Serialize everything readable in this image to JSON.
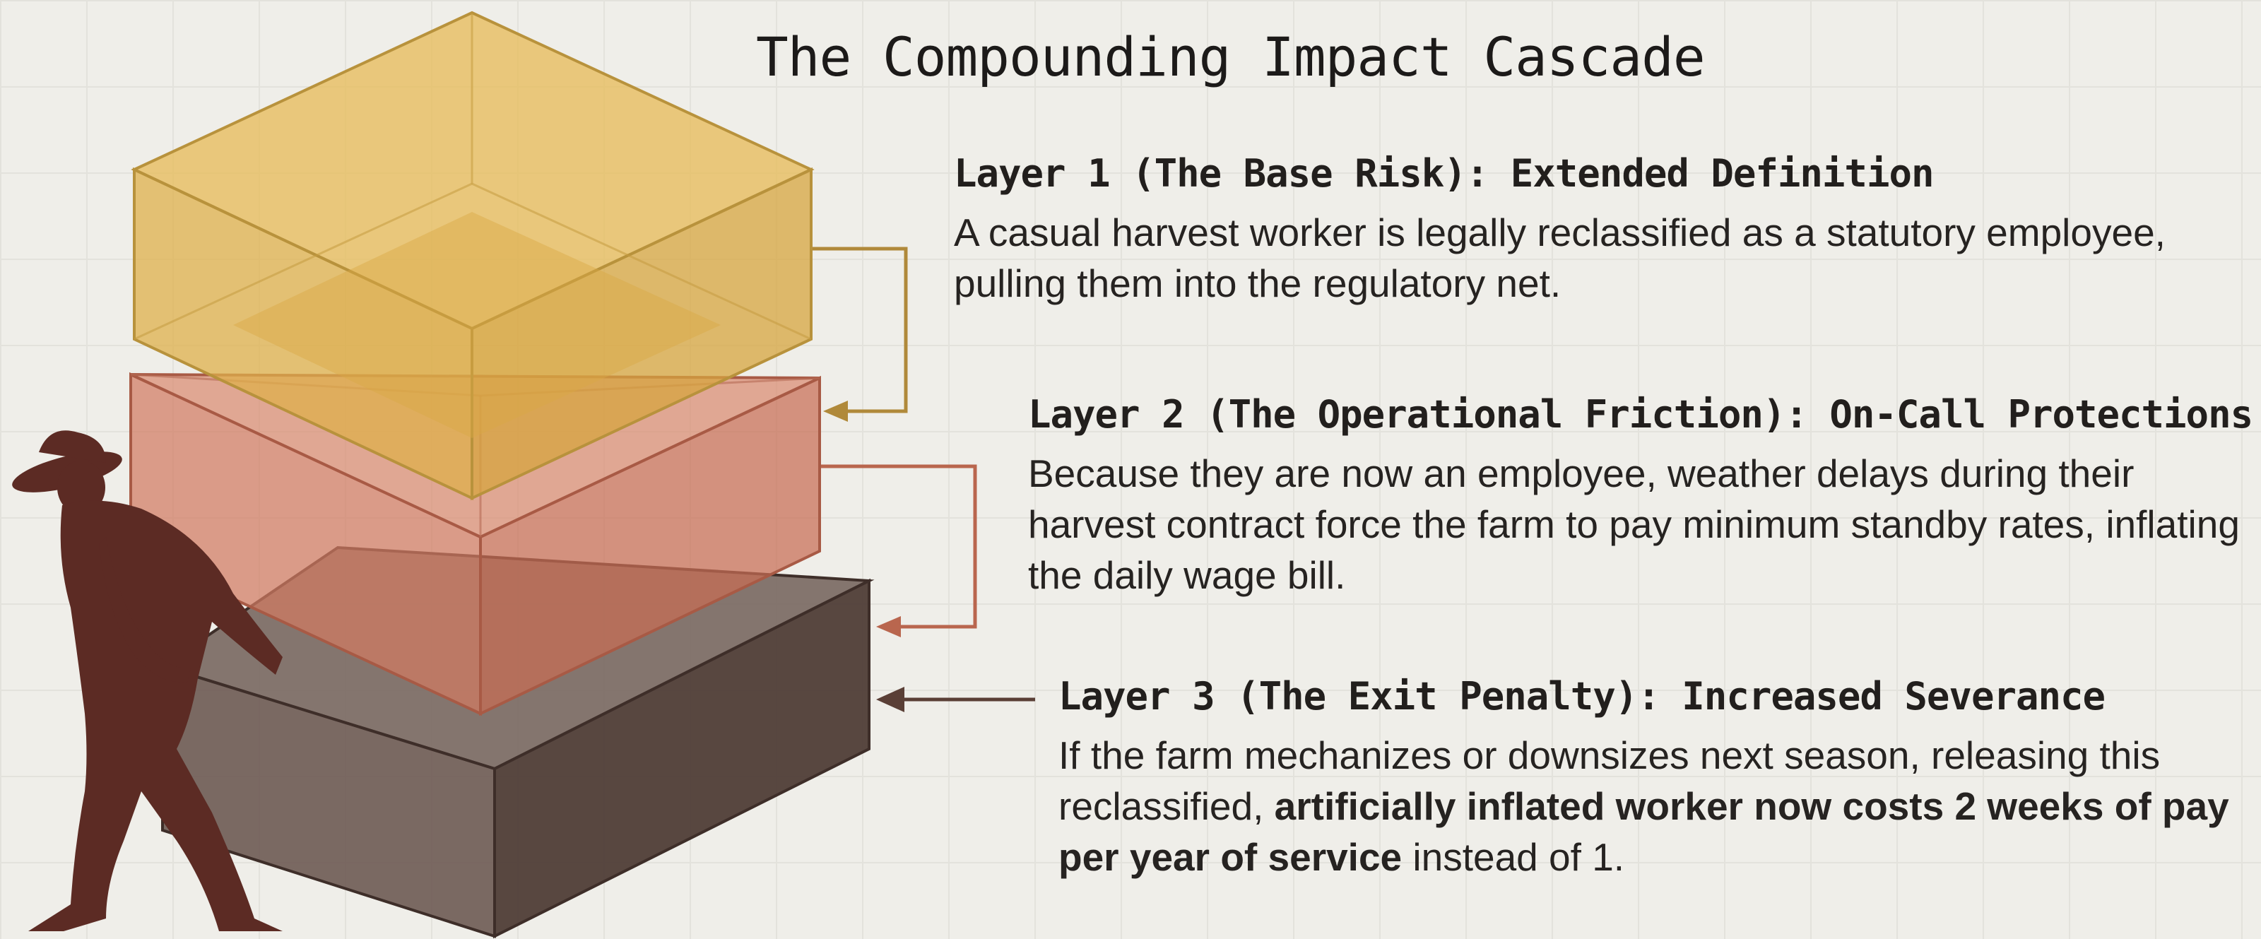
{
  "title": "The Compounding Impact Cascade",
  "layers": [
    {
      "heading": "Layer 1 (The Base Risk): Extended Definition",
      "body": "A casual harvest worker is legally reclassified as a statutory employee, pulling them into the regulatory net."
    },
    {
      "heading": "Layer 2 (The Operational Friction): On-Call Protections",
      "body": "Because they are now an employee, weather delays during their harvest contract force the farm to pay minimum standby rates, inflating the daily wage bill."
    },
    {
      "heading": "Layer 3 (The Exit Penalty): Increased Severance",
      "body_before": "If the farm mechanizes or downsizes next season, releasing this reclassified, ",
      "body_bold": "artificially inflated worker now costs 2 weeks of pay per year of service",
      "body_after": " instead of 1."
    }
  ],
  "colors": {
    "layer1": "#e2b448",
    "layer2": "#d1826a",
    "layer3": "#5f4942",
    "arrow1": "#b0893a",
    "arrow2": "#b9664e",
    "arrow3": "#5a3f36",
    "worker": "#5c2b24"
  },
  "icons": {
    "worker": "farm-worker-silhouette-icon"
  }
}
